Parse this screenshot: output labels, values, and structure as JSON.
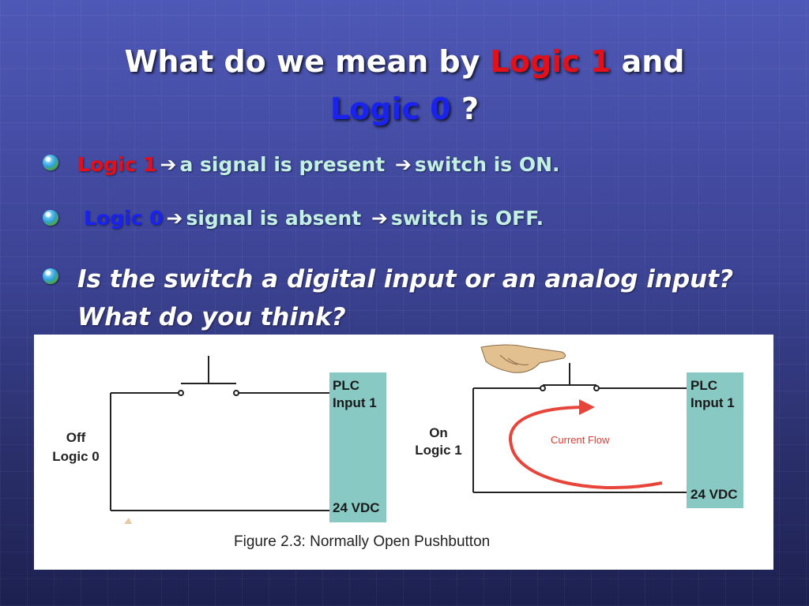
{
  "title": {
    "part1": "What do we mean by ",
    "logic1": "Logic 1",
    "part2": " and",
    "logic0": "Logic 0",
    "part3": " ?"
  },
  "bullets": [
    {
      "label": "Logic 1",
      "arrow": "➔",
      "text1": "a signal is present",
      "text2": "switch is ON."
    },
    {
      "label": "Logic 0",
      "arrow": "➔",
      "text1": "signal is absent",
      "text2": "switch is OFF."
    }
  ],
  "question": "Is the switch a digital input or an analog input? What do you think?",
  "figure": {
    "caption": "Figure 2.3: Normally Open Pushbutton",
    "left": {
      "state": "Off",
      "logic": "Logic 0",
      "plc_line1": "PLC",
      "plc_line2": "Input 1",
      "voltage": "24 VDC"
    },
    "right": {
      "state": "On",
      "logic": "Logic 1",
      "plc_line1": "PLC",
      "plc_line2": "Input 1",
      "voltage": "24 VDC",
      "flow": "Current Flow"
    }
  },
  "colors": {
    "red": "#e3101a",
    "blue": "#1a22ee",
    "bullet_text": "#c3f0e4",
    "plc_box": "#88c9c4",
    "flow_arrow": "#e8453a"
  }
}
